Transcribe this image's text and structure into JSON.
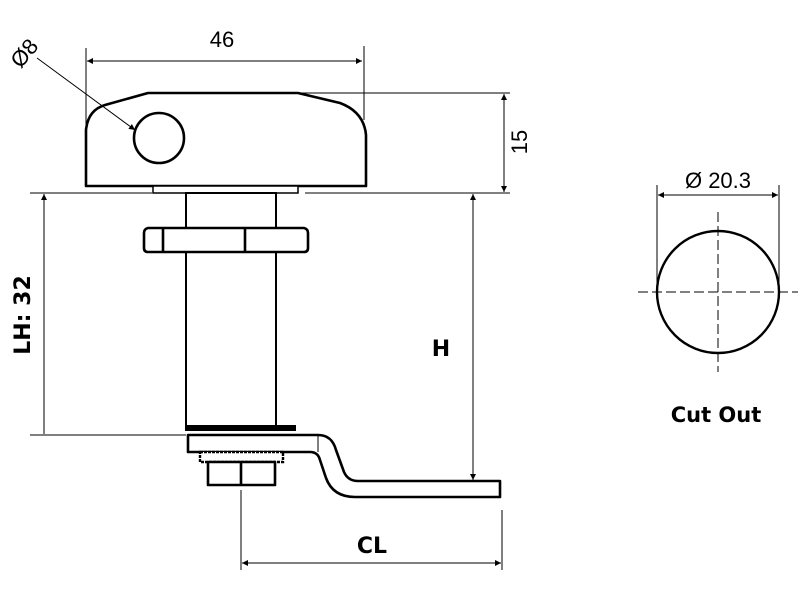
{
  "dimensions": {
    "width": "46",
    "hole_diameter": "Ø8",
    "cap_height": "15",
    "lock_height": "LH: 32",
    "h": "H",
    "cl": "CL",
    "cutout_diameter": "Ø 20.3"
  },
  "cutout_label": "Cut Out",
  "colors": {
    "line": "#000000",
    "background": "#ffffff"
  }
}
